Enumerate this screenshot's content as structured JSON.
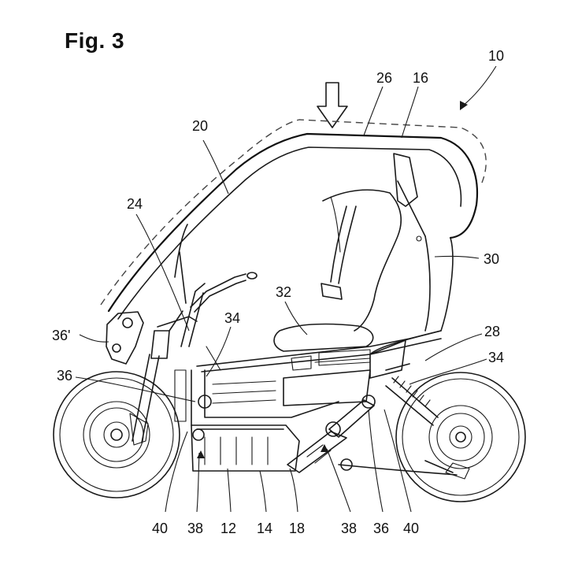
{
  "figure": {
    "title": "Fig. 3"
  },
  "reference_numerals": [
    {
      "id": "n10",
      "text": "10"
    },
    {
      "id": "n26",
      "text": "26"
    },
    {
      "id": "n16",
      "text": "16"
    },
    {
      "id": "n20",
      "text": "20"
    },
    {
      "id": "n24",
      "text": "24"
    },
    {
      "id": "n30",
      "text": "30"
    },
    {
      "id": "n32",
      "text": "32"
    },
    {
      "id": "n34a",
      "text": "34"
    },
    {
      "id": "n28",
      "text": "28"
    },
    {
      "id": "n34b",
      "text": "34"
    },
    {
      "id": "n36p",
      "text": "36'"
    },
    {
      "id": "n36a",
      "text": "36"
    },
    {
      "id": "n40a",
      "text": "40"
    },
    {
      "id": "n38a",
      "text": "38"
    },
    {
      "id": "n12",
      "text": "12"
    },
    {
      "id": "n14",
      "text": "14"
    },
    {
      "id": "n18",
      "text": "18"
    },
    {
      "id": "n38b",
      "text": "38"
    },
    {
      "id": "n36b",
      "text": "36"
    },
    {
      "id": "n40b",
      "text": "40"
    }
  ]
}
